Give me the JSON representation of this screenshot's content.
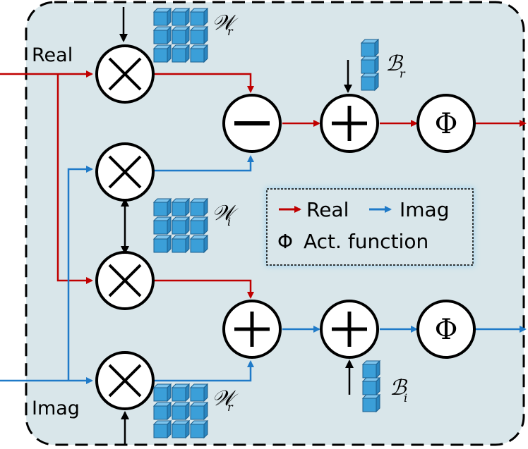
{
  "inputs": {
    "real_label": "Real",
    "imag_label": "Imag"
  },
  "weights": {
    "w_real_top": "𝒲",
    "w_real_top_sub": "r",
    "w_imag": "𝒲",
    "w_imag_sub": "i",
    "w_real_bottom": "𝒲",
    "w_real_bottom_sub": "r"
  },
  "biases": {
    "b_real": "ℬ",
    "b_real_sub": "r",
    "b_imag": "ℬ",
    "b_imag_sub": "i"
  },
  "activation_symbol": "Φ",
  "legend": {
    "real_label": "Real",
    "imag_label": "Imag",
    "activation_symbol": "Φ",
    "activation_label": "Act. function"
  },
  "colors": {
    "real": "#c00000",
    "imag": "#1f7ac8",
    "background": "#d9e6ea",
    "cube": "#3b9fd8",
    "cube_edge": "#1b5f8e"
  }
}
